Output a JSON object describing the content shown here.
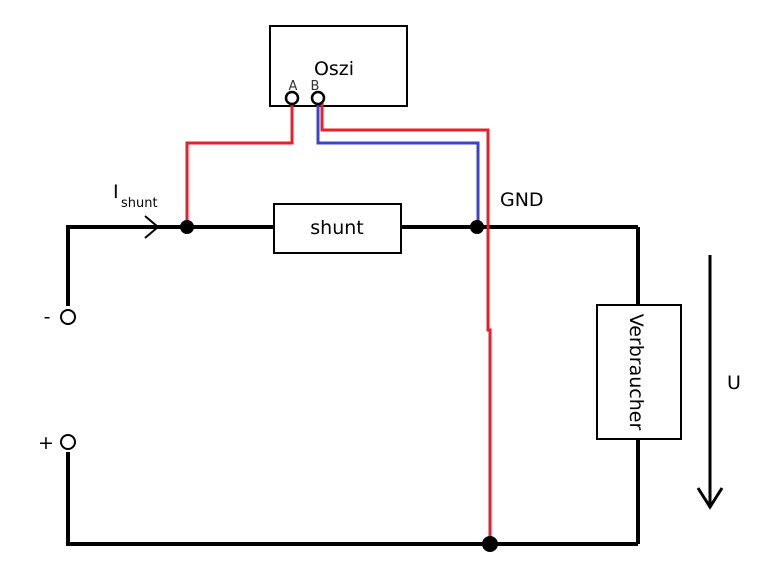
{
  "diagram": {
    "oscilloscope_label": "Oszi",
    "channel_a_label": "A",
    "channel_b_label": "B",
    "current_label_main": "I",
    "current_label_sub": "shunt",
    "shunt_label": "shunt",
    "ground_label": "GND",
    "load_label": "Verbraucher",
    "voltage_label": "U",
    "minus_label": "-",
    "plus_label": "+"
  },
  "colors": {
    "wire": "#000000",
    "probe_a": "#e8202a",
    "probe_b": "#3c45c8",
    "probe_ground": "#e8202a"
  }
}
